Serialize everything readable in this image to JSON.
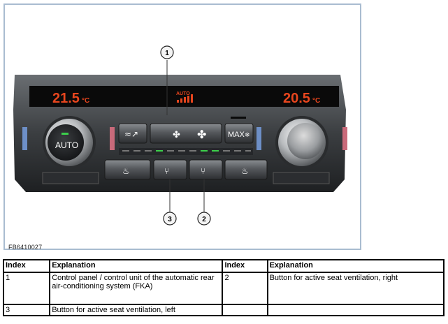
{
  "figure": {
    "id_label": "FB6410027",
    "temp_left": "21.5",
    "temp_right": "20.5",
    "temp_unit": "°C",
    "auto_indicator": "AUTO",
    "auto_button": "AUTO",
    "max_button": "MAX",
    "callouts": [
      "1",
      "2",
      "3"
    ]
  },
  "table": {
    "headers": [
      "Index",
      "Explanation",
      "Index",
      "Explanation"
    ],
    "rows": [
      {
        "index_a": "1",
        "text_a": "Control panel / control unit of the automatic rear air-conditioning system (FKA)",
        "index_b": "2",
        "text_b": "Button for active seat ventilation, right"
      },
      {
        "index_a": "3",
        "text_a": "Button for active seat ventilation, left",
        "index_b": "",
        "text_b": ""
      }
    ]
  }
}
